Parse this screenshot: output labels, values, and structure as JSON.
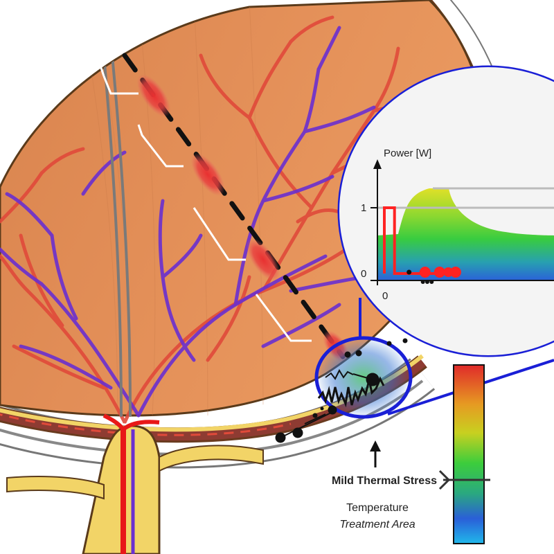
{
  "labels": {
    "mild_thermal_stress": "Mild Thermal Stress",
    "temperature": "Temperature",
    "treatment_area": "Treatment Area"
  },
  "chart_data": {
    "type": "line",
    "title": "",
    "ylabel": "Power [W]",
    "xlabel": "",
    "x_ticks": [
      "0"
    ],
    "y_ticks": [
      "0",
      "1"
    ],
    "ylim": [
      0,
      1.7
    ],
    "series": [
      {
        "name": "",
        "description_free": true,
        "x": [
          0,
          0,
          0.35,
          0.35,
          2.5
        ],
        "y": [
          0.05,
          1,
          1,
          0.05,
          0.05
        ]
      }
    ]
  },
  "colors": {
    "fundus": "#e8935a",
    "artery": "#e04a3a",
    "vein": "#6a2fd0",
    "laser_spot": "#e53a3a",
    "frame_blue": "#1a1fd6",
    "sclera_yellow": "#f2d467",
    "power_pulse": "#ff2222",
    "colorbar": [
      "#e02a2a",
      "#e6a020",
      "#c8d020",
      "#3ccd3c",
      "#30c070",
      "#2060d8",
      "#20b0e8"
    ]
  }
}
